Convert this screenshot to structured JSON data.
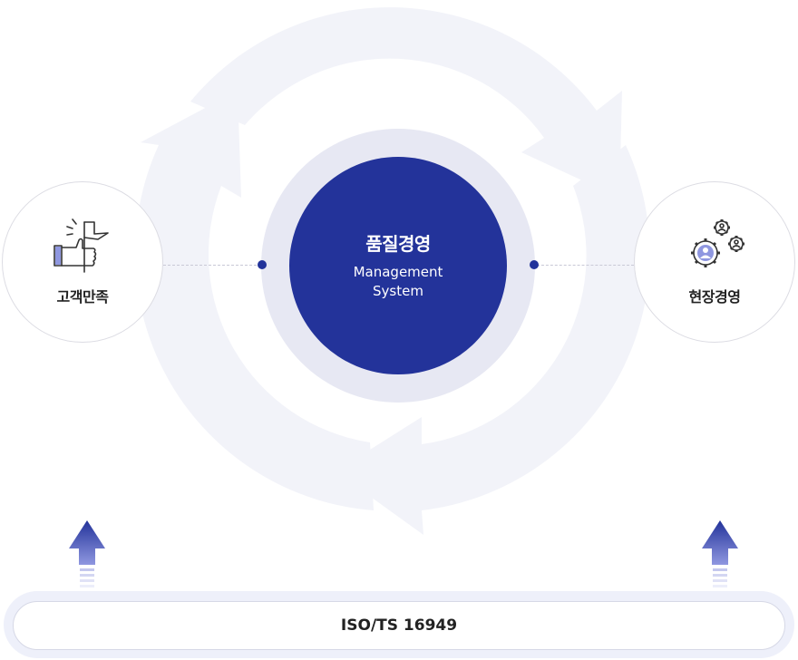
{
  "center": {
    "title": "품질경영",
    "subtitle_line1": "Management",
    "subtitle_line2": "System"
  },
  "left_node": {
    "label": "고객만족",
    "icon": "thumbs-up-flag-icon"
  },
  "right_node": {
    "label": "현장경영",
    "icon": "gears-people-icon"
  },
  "base": {
    "label": "ISO/TS 16949"
  },
  "colors": {
    "primary": "#23339a",
    "ring": "#e7e8f3",
    "cycle": "#f2f3f9",
    "accent": "#8f97e0"
  }
}
